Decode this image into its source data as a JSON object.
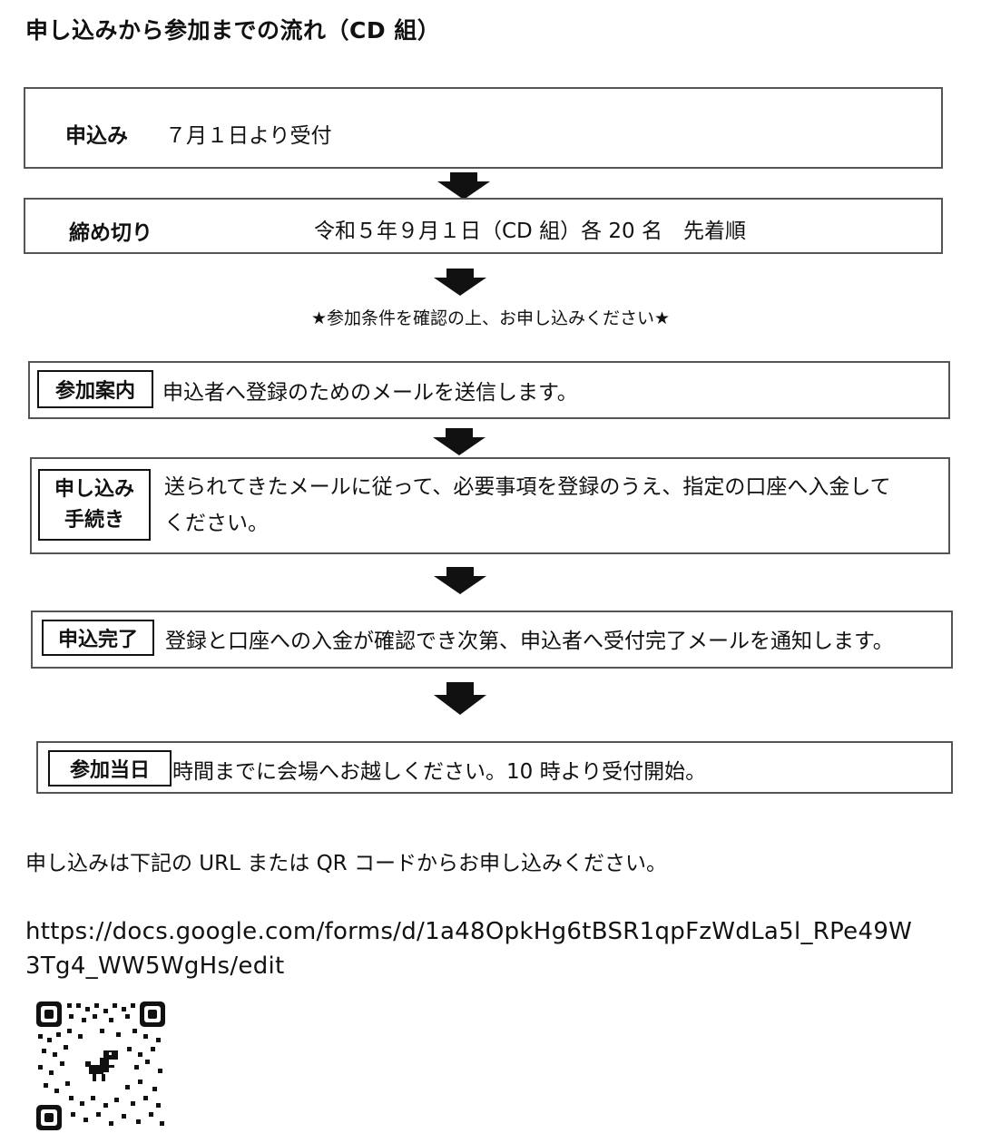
{
  "title": "申し込みから参加までの流れ（CD 組）",
  "steps": {
    "apply": {
      "label": "申込み",
      "text": "７月１日より受付"
    },
    "deadline": {
      "label": "締め切り",
      "text": "令和５年９月１日（CD 組）各 20 名　先着順"
    },
    "note": "★参加条件を確認の上、お申し込みください★",
    "guide": {
      "label": "参加案内",
      "text": "申込者へ登録のためのメールを送信します。"
    },
    "procedure": {
      "label_line1": "申し込み",
      "label_line2": "手続き",
      "text_line1": "送られてきたメールに従って、必要事項を登録のうえ、指定の口座へ入金して",
      "text_line2": "ください。"
    },
    "complete": {
      "label": "申込完了",
      "text": "登録と口座への入金が確認でき次第、申込者へ受付完了メールを通知します。"
    },
    "day": {
      "label": "参加当日",
      "text": "時間までに会場へお越しください。10 時より受付開始。"
    }
  },
  "footer": {
    "instruction": "申し込みは下記の URL または QR コードからお申し込みください。",
    "url_line1": "https://docs.google.com/forms/d/1a48OpkHg6tBSR1qpFzWdLa5l_RPe49W",
    "url_line2": "3Tg4_WW5WgHs/edit"
  },
  "icons": {
    "arrow": "down-arrow-icon",
    "qr": "qr-code-icon"
  },
  "colors": {
    "text": "#111111",
    "border": "#555555"
  }
}
